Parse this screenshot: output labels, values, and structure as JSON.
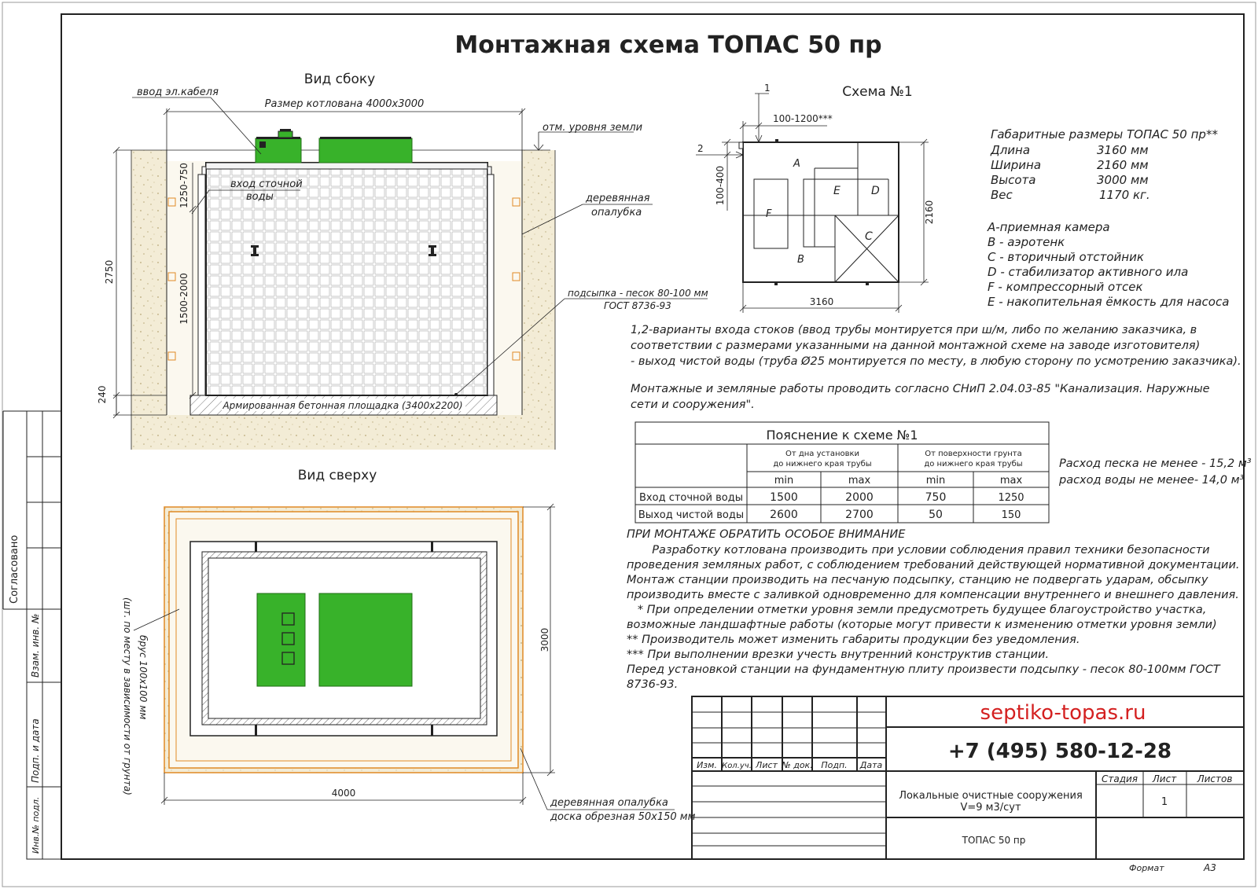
{
  "title": "Монтажная схема ТОПАС 50 пр",
  "side_view": {
    "title": "Вид сбоку",
    "cable_entry": "ввод эл.кабеля",
    "pit_size": "Размер котлована 4000х3000",
    "ground_mark": "отм. уровня земли",
    "inlet_line1": "вход сточной",
    "inlet_line2": "воды",
    "formwork_line1": "деревянная",
    "formwork_line2": "опалубка",
    "sand_line1": "подсыпка - песок 80-100 мм",
    "sand_line2": "ГОСТ 8736-93",
    "slab": "Армированная бетонная площадка (3400х2200)",
    "dim_2750": "2750",
    "dim_1250_750": "1250-750",
    "dim_1500_2000": "1500-2000",
    "dim_240": "240"
  },
  "top_view": {
    "title": "Вид сверху",
    "beam_line1": "брус 100х100 мм",
    "beam_line2": "(шт. по месту в зависимости от грунта)",
    "dim_3000": "3000",
    "dim_4000": "4000",
    "formwork_line1": "деревянная опалубка",
    "formwork_line2": "доска обрезная 50х150 мм"
  },
  "scheme": {
    "title": "Схема №1",
    "mark_1": "1",
    "mark_2": "2",
    "dim_100_1200": "100-1200***",
    "dim_100_400": "100-400",
    "dim_2160": "2160",
    "dim_3160": "3160",
    "label_a": "A",
    "label_b": "B",
    "label_c": "C",
    "label_d": "D",
    "label_e": "E",
    "label_f": "F"
  },
  "dimensions": {
    "title": "Габаритные размеры ТОПАС 50 пр**",
    "rows": [
      {
        "name": "Длина",
        "value": "3160 мм"
      },
      {
        "name": "Ширина",
        "value": "2160 мм"
      },
      {
        "name": "Высота",
        "value": "3000 мм"
      },
      {
        "name": "Вес",
        "value": "1170 кг."
      }
    ]
  },
  "legend": [
    "A-приемная  камера",
    "B - аэротенк",
    "C - вторичный отстойник",
    "D - стабилизатор активного  ила",
    "F  - компрессорный отсек",
    "E - накопительная ёмкость для насоса"
  ],
  "notes_block1": [
    "1,2-варианты входа  стоков (ввод трубы монтируется при ш/м, либо по желанию заказчика, в",
    "соответствии с размерами указанными на данной монтажной схеме на заводе изготовителя)",
    "- выход чистой воды (труба Ø25 монтируется по месту, в любую сторону по усмотрению заказчика)."
  ],
  "notes_block2": [
    "Монтажные и земляные работы проводить согласно СНиП 2.04.03-85 \"Канализация. Наружные",
    "сети и сооружения\"."
  ],
  "table": {
    "title": "Пояснение к схеме №1",
    "group1_line1": "От дна установки",
    "group1_line2": "до нижнего края трубы",
    "group2_line1": "От поверхности грунта",
    "group2_line2": "до нижнего края трубы",
    "subheaders": [
      "min",
      "max",
      "min",
      "max"
    ],
    "rows": [
      {
        "label": "Вход сточной воды",
        "values": [
          "1500",
          "2000",
          "750",
          "1250"
        ]
      },
      {
        "label": "Выход чистой воды",
        "values": [
          "2600",
          "2700",
          "50",
          "150"
        ]
      }
    ]
  },
  "consumption": {
    "sand": "Расход песка не менее - 15,2 м³",
    "water": "расход воды не менее- 14,0 м³"
  },
  "attention": {
    "heading": "ПРИ МОНТАЖЕ ОБРАТИТЬ ОСОБОЕ ВНИМАНИЕ",
    "lines": [
      "       Разработку котлована производить при условии соблюдения правил техники безопасности",
      "проведения земляных работ, с соблюдением требований действующей нормативной документации.",
      "Монтаж станции производить на песчаную подсыпку, станцию не подвергать ударам, обсыпку",
      "производить вместе с заливкой одновременно для компенсации внутреннего и внешнего давления.",
      "   * При определении отметки уровня земли предусмотреть будущее благоустройство участка,",
      "возможные ландшафтные работы (которые могут привести к изменению отметки уровня земли)",
      "** Производитель может изменить габариты продукции без уведомления.",
      "*** При выполнении врезки учесть внутренний конструктив станции.",
      "Перед установкой станции на фундаментную плиту произвести подсыпку - песок 80-100мм ГОСТ",
      "8736-93."
    ]
  },
  "stamp": {
    "website": "septiko-topas.ru",
    "phone": "+7 (495) 580-12-28",
    "col_headers": [
      "Изм.",
      "Кол.уч.",
      "Лист",
      "№ док.",
      "Подп.",
      "Дата"
    ],
    "stage": "Стадия",
    "sheet": "Лист",
    "sheets": "Листов",
    "sheet_no": "1",
    "desc_line1": "Локальные очистные сооружения",
    "desc_line2": "V=9 м3/сут",
    "product": "ТОПАС 50 пр",
    "format_label": "Формат",
    "format_value": "А3"
  },
  "side_stamp": {
    "agreed": "Согласовано",
    "replace_inv": "Взам. инв. №",
    "sign_date": "Подп. и дата",
    "inv_orig": "Инв.№ подл."
  },
  "colors": {
    "green": "#38b22a",
    "orange": "#e08a25",
    "red": "#d42020",
    "sand": "#f3ecd6"
  }
}
